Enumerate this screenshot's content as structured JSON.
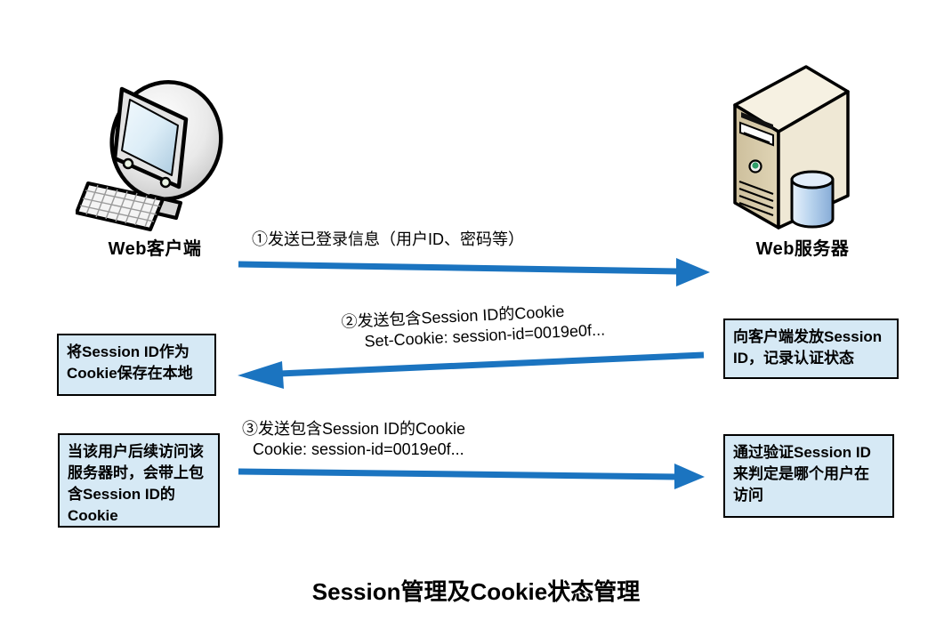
{
  "title": "Session管理及Cookie状态管理",
  "client": {
    "label": "Web客户端",
    "icon": "desktop-computer-icon"
  },
  "server": {
    "label": "Web服务器",
    "icon": "tower-server-with-database-icon"
  },
  "steps": [
    {
      "id": 1,
      "direction": "client-to-server",
      "label": "①发送已登录信息（用户ID、密码等）"
    },
    {
      "id": 2,
      "direction": "server-to-client",
      "label_line1": "②发送包含Session ID的Cookie",
      "label_line2": "Set-Cookie: session-id=0019e0f..."
    },
    {
      "id": 3,
      "direction": "client-to-server",
      "label_line1": "③发送包含Session ID的Cookie",
      "label_line2": "Cookie: session-id=0019e0f..."
    }
  ],
  "notes": {
    "client_save": "将Session ID作为\nCookie保存在本地",
    "client_followup": "当该用户后续访问该\n服务器时，会带上包\n含Session ID的\nCookie",
    "server_issue": "向客户端发放Session\nID，记录认证状态",
    "server_verify": "通过验证Session ID\n来判定是哪个用户在\n访问"
  },
  "colors": {
    "arrow": "#1b74c0",
    "note_bg": "#d6e9f5",
    "note_border": "#000000"
  }
}
